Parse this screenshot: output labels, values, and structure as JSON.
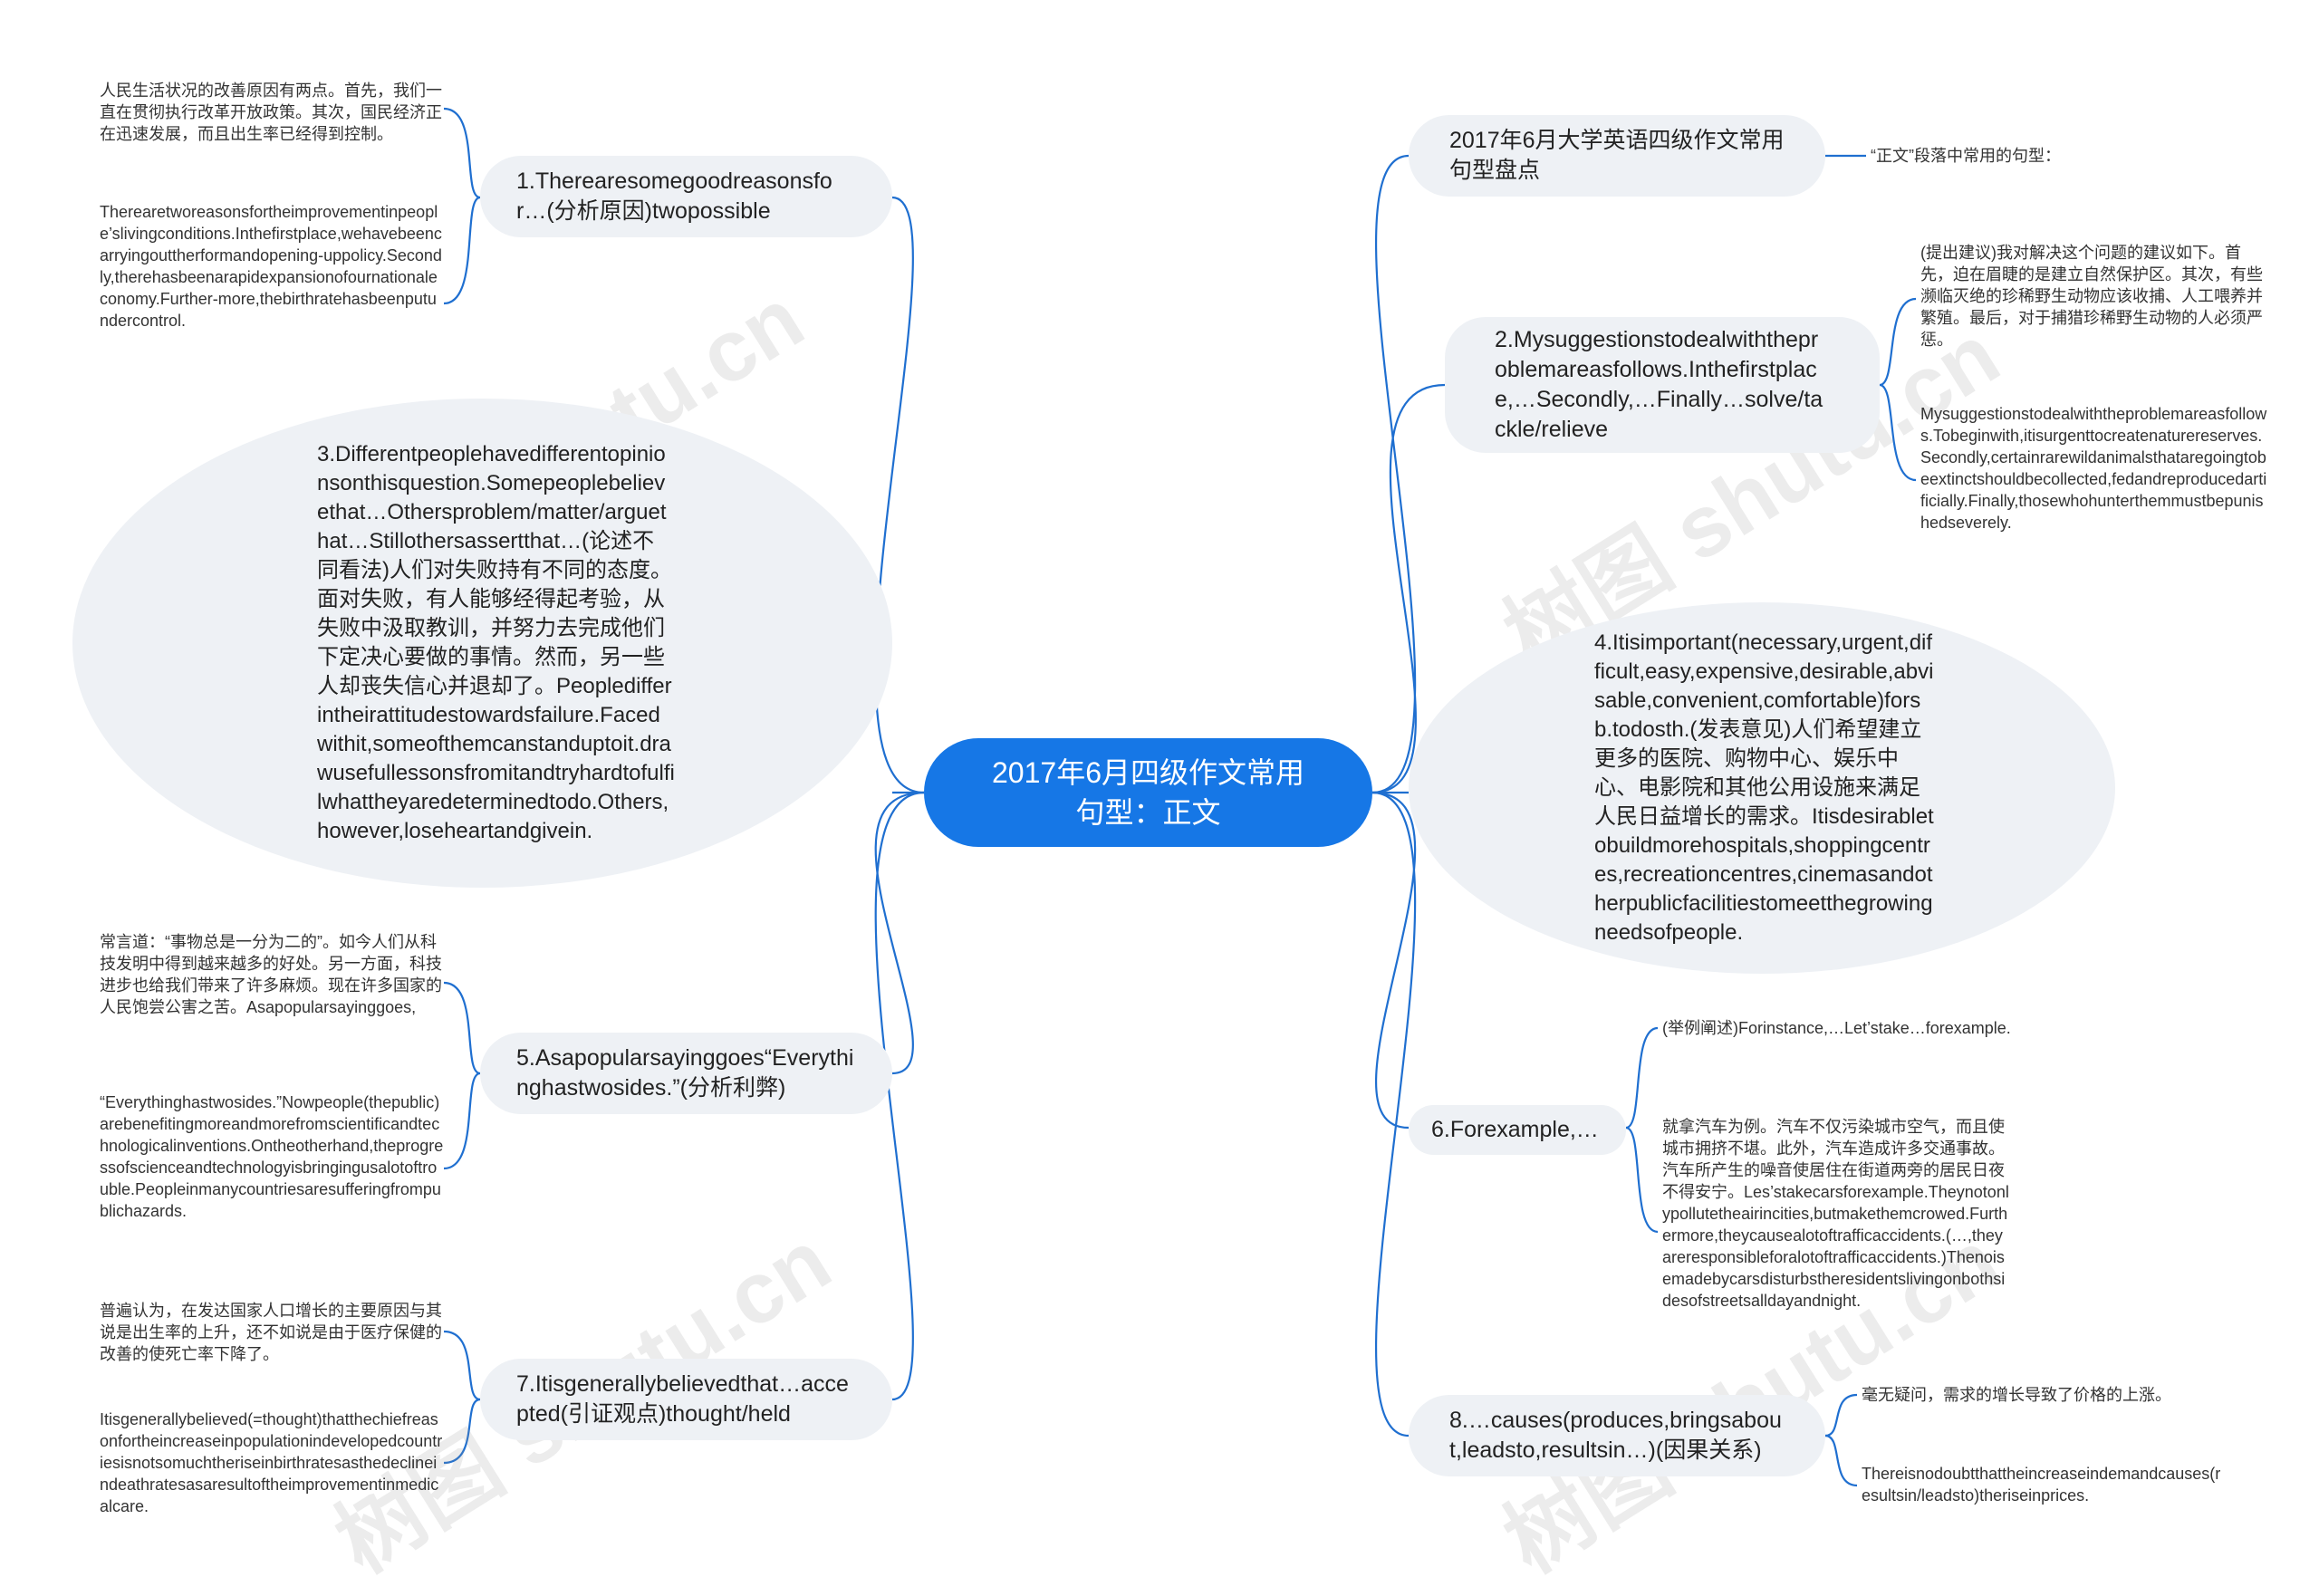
{
  "root": {
    "title": "2017年6月四级作文常用句型：正文"
  },
  "branches": {
    "b1": {
      "label": "1.Therearesomegoodreasonsfor…(分析原因)twopossible",
      "leaf_a": "人民生活状况的改善原因有两点。首先，我们一直在贯彻执行改革开放政策。其次，国民经济正在迅速发展，而且出生率已经得到控制。",
      "leaf_b": "Therearetworeasonsfortheimprovementinpeople’slivingconditions.Inthefirstplace,wehavebeencarryingouttherformandopening-uppolicy.Secondly,therehasbeenarapidexpansionofournationaleconomy.Further-more,thebirthratehasbeenputundercontrol."
    },
    "b3": {
      "label": "3.Differentpeoplehavedifferentopinionsonthisquestion.Somepeoplebelievethat…Othersproblem/matter/arguethat…Stillothersassertthat…(论述不同看法)人们对失败持有不同的态度。面对失败，有人能够经得起考验，从失败中汲取教训，并努力去完成他们下定决心要做的事情。然而，另一些人却丧失信心并退却了。Peopledifferintheirattitudestowardsfailure.Facedwithit,someofthemcanstanduptoit.drawusefullessonsfromitandtryhardtofulfilwhattheyaredeterminedtodo.Others,however,loseheartandgivein."
    },
    "b5": {
      "label": "5.Asapopularsayinggoes“Everythinghastwosides.”(分析利弊)",
      "leaf_a": "常言道：“事物总是一分为二的”。如今人们从科技发明中得到越来越多的好处。另一方面，科技进步也给我们带来了许多麻烦。现在许多国家的人民饱尝公害之苦。Asapopularsayinggoes,",
      "leaf_b": "“Everythinghastwosides.”Nowpeople(thepublic)arebenefitingmoreandmorefromscientificandtechnologicalinventions.Ontheotherhand,theprogressofscienceandtechnologyisbringingusalotoftrouble.Peopleinmanycountriesaresufferingfrompublichazards."
    },
    "b7": {
      "label": "7.Itisgenerallybelievedthat…accepted(引证观点)thought/held",
      "leaf_a": "普遍认为，在发达国家人口增长的主要原因与其说是出生率的上升，还不如说是由于医疗保健的改善的使死亡率下降了。",
      "leaf_b": "Itisgenerallybelieved(=thought)thatthechiefreasonfortheincreaseinpopulationindevelopedcountriesisnotsomuchtheriseinbirthratesasthedeclineindeathratesasaresultoftheimprovementinmedicalcare."
    },
    "b0": {
      "label": "2017年6月大学英语四级作文常用句型盘点",
      "leaf_a": "“正文”段落中常用的句型："
    },
    "b2": {
      "label": "2.Mysuggestionstodealwiththeproblemareasfollows.Inthefirstplace,…Secondly,…Finally…solve/tackle/relieve",
      "leaf_a": "(提出建议)我对解决这个问题的建议如下。首先，迫在眉睫的是建立自然保护区。其次，有些濒临灭绝的珍稀野生动物应该收捕、人工喂养并繁殖。最后，对于捕猎珍稀野生动物的人必须严惩。",
      "leaf_b": "Mysuggestionstodealwiththeproblemareasfollows.Tobeginwith,itisurgenttocreatenaturereserves.Secondly,certainrarewildanimalsthataregoingtobeextinctshouldbecollected,fedandreproducedartificially.Finally,thosewhohunterthemmustbepunishedseverely."
    },
    "b4": {
      "label": "4.Itisimportant(necessary,urgent,difficult,easy,expensive,desirable,abvisable,convenient,comfortable)forsb.todosth.(发表意见)人们希望建立更多的医院、购物中心、娱乐中心、电影院和其他公用设施来满足人民日益增长的需求。Itisdesirabletobuildmorehospitals,shoppingcentres,recreationcentres,cinemasandotherpublicfacilitiestomeetthegrowingneedsofpeople."
    },
    "b6": {
      "label": "6.Forexample,…",
      "leaf_a": "(举例阐述)Forinstance,…Let’stake…forexample.",
      "leaf_b": "就拿汽车为例。汽车不仅污染城市空气，而且使城市拥挤不堪。此外，汽车造成许多交通事故。汽车所产生的噪音使居住在街道两旁的居民日夜不得安宁。Les’stakecarsforexample.Theynotonlypollutetheairincities,butmakethemcrowed.Furthermore,theycausealotoftrafficaccidents.(…,theyareresponsibleforalotoftrafficaccidents.)Thenoisemadebycarsdisturbstheresidentslivingonbothsidesofstreetsalldayandnight."
    },
    "b8": {
      "label": "8.…causes(produces,bringsabout,leadsto,resultsin…)(因果关系)",
      "leaf_a": "毫无疑问，需求的增长导致了价格的上涨。",
      "leaf_b": "Thereisnodoubtthattheincreaseindemandcauses(resultsin/leadsto)theriseinprices."
    }
  },
  "watermark": "树图 shutu.cn",
  "colors": {
    "root": "#1677e6",
    "branch_bg": "#eef1f5",
    "edge": "#1f6fd0"
  }
}
